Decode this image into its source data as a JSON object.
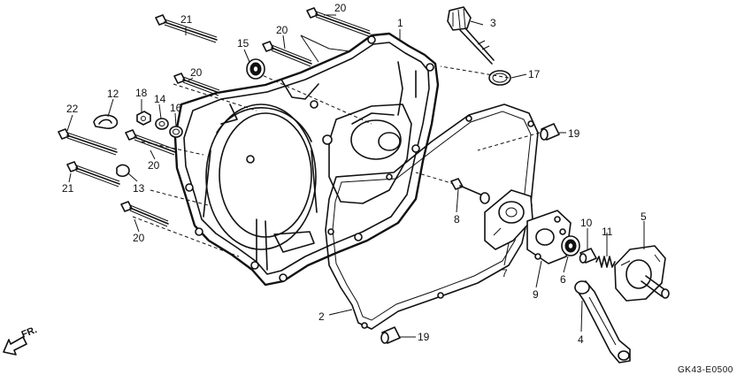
{
  "diagram_code": "GK43-E0500",
  "direction_label": "FR.",
  "callouts": {
    "c1": "1",
    "c2": "2",
    "c3": "3",
    "c4": "4",
    "c5": "5",
    "c6": "6",
    "c7": "7",
    "c8": "8",
    "c9": "9",
    "c10": "10",
    "c11": "11",
    "c12": "12",
    "c13": "13",
    "c14": "14",
    "c15": "15",
    "c16": "16",
    "c17": "17",
    "c18": "18",
    "c19a": "19",
    "c19b": "19",
    "c20a": "20",
    "c20b": "20",
    "c20c": "20",
    "c20d": "20",
    "c20e": "20",
    "c21a": "21",
    "c21b": "21",
    "c22": "22"
  }
}
